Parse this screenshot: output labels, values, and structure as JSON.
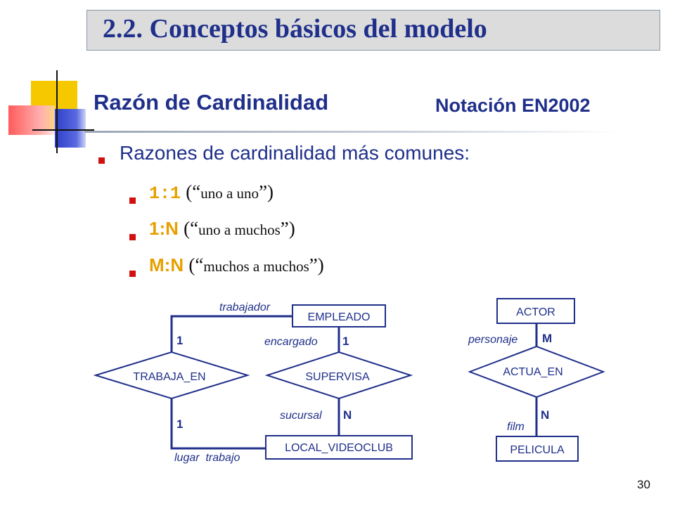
{
  "title": "2.2. Conceptos básicos del modelo",
  "heading": "Razón de Cardinalidad",
  "subheading": "Notación EN2002",
  "bullets": {
    "main": "Razones de cardinalidad más comunes:",
    "items": [
      {
        "ratio": "1:1",
        "open": "(“",
        "meaning": "uno a uno",
        "close": "”)"
      },
      {
        "ratio": "1:N",
        "open": "(“",
        "meaning": "uno a muchos",
        "close": "”)"
      },
      {
        "ratio": "M:N",
        "open": "(“",
        "meaning": "muchos a muchos",
        "close": "”)"
      }
    ]
  },
  "diagram_left": {
    "entities": {
      "empleado": "EMPLEADO",
      "local": "LOCAL_VIDEOCLUB"
    },
    "relationships": {
      "trabaja_en": "TRABAJA_EN",
      "supervisa": "SUPERVISA"
    },
    "roles": {
      "trabajador": "trabajador",
      "encargado": "encargado",
      "sucursal": "sucursal",
      "lugar_trabajo": "lugar  trabajo"
    },
    "cardinalities": {
      "trabaja_top": "1",
      "trabaja_bottom": "1",
      "supervisa_top": "1",
      "supervisa_bottom": "N"
    }
  },
  "diagram_right": {
    "entities": {
      "actor": "ACTOR",
      "pelicula": "PELICULA"
    },
    "relationship": "ACTUA_EN",
    "roles": {
      "personaje": "personaje",
      "film": "film"
    },
    "cardinalities": {
      "top": "M",
      "bottom": "N"
    }
  },
  "colors": {
    "title": "#1f2f8a",
    "bullet": "#d21010",
    "ratio": "#e6a000",
    "title_bg": "#dcdcdc"
  },
  "page_number": "30"
}
